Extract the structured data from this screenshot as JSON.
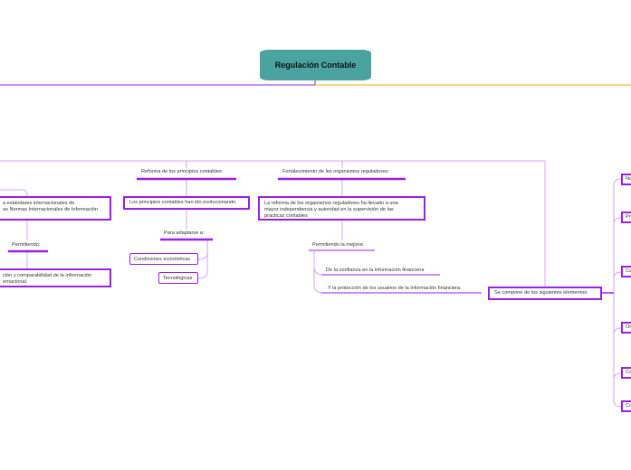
{
  "central": {
    "title": "Regulación Contable",
    "color": "#4aa3a0"
  },
  "colors": {
    "branch": "#9b1fe8",
    "light": "#d9a6f7",
    "orange": "#f5a623"
  },
  "left": {
    "box1": [
      "a estándares internacionales de",
      "as Normas Internacionales de Información"
    ],
    "label": "Permitiendo:",
    "box2": [
      "ción y comparabilidad de la información",
      "ernacional."
    ]
  },
  "middle": {
    "label": "Reforma de los principios contables:",
    "box": "Los principios contables han ido evolucionando",
    "sub": "Para adaptarse a:",
    "items": [
      "Condiciones económicas",
      "Tecnológicas"
    ]
  },
  "regul": {
    "label": "Fortalecimiento de los organismos reguladores:",
    "box": [
      "La reforma de los organismos reguladores ha llevado a una",
      "mayor independencia y autoridad en la supervisión de las",
      "prácticas contables"
    ],
    "sub": "Permitiendo la mejoria:",
    "items": [
      "De la confianza en la información financiera",
      "Y la protección de los usuarios de la información financiera."
    ]
  },
  "right": {
    "box": "Se compone de los siguientes elementos:",
    "items": [
      "No",
      "Pr",
      "Ca",
      "Or",
      "Co",
      "Cu"
    ]
  }
}
